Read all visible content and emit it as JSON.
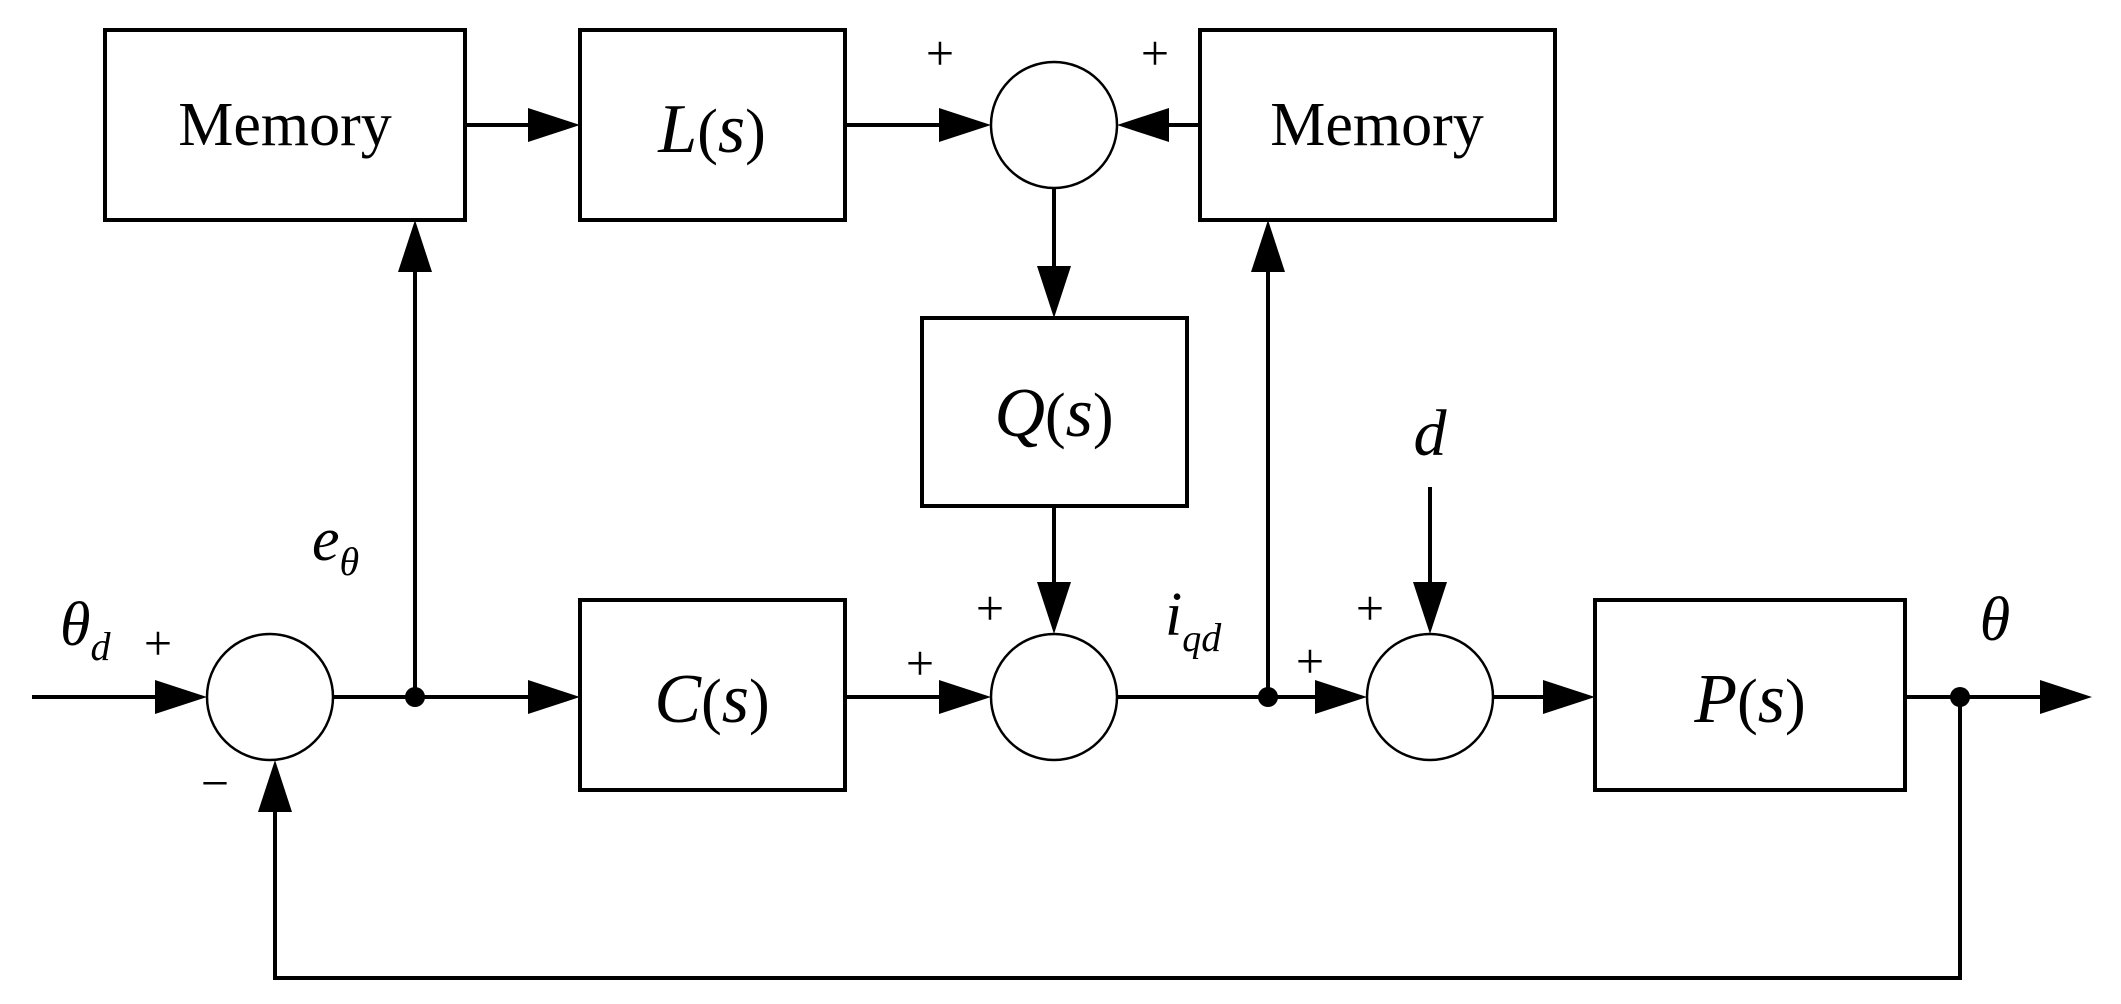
{
  "blocks": {
    "memory_left": "Memory",
    "memory_right": "Memory",
    "L_fn": "L",
    "L_paren_open": "(",
    "L_var": "s",
    "L_paren_close": ")",
    "Q_fn": "Q",
    "Q_paren_open": "(",
    "Q_var": "s",
    "Q_paren_close": ")",
    "C_fn": "C",
    "C_paren_open": "(",
    "C_var": "s",
    "C_paren_close": ")",
    "P_fn": "P",
    "P_paren_open": "(",
    "P_var": "s",
    "P_paren_close": ")"
  },
  "signals": {
    "input": "θ",
    "input_sub": "d",
    "error": "e",
    "error_sub": "θ",
    "current": "i",
    "current_sub1": "q",
    "current_sub2": "d",
    "disturbance": "d",
    "output": "θ"
  },
  "signs": {
    "sum1_input": "+",
    "sum1_feedback": "−",
    "sum_top_left": "+",
    "sum_top_right": "+",
    "sum2_top": "+",
    "sum2_left": "+",
    "sum3_top": "+",
    "sum3_left": "+"
  }
}
